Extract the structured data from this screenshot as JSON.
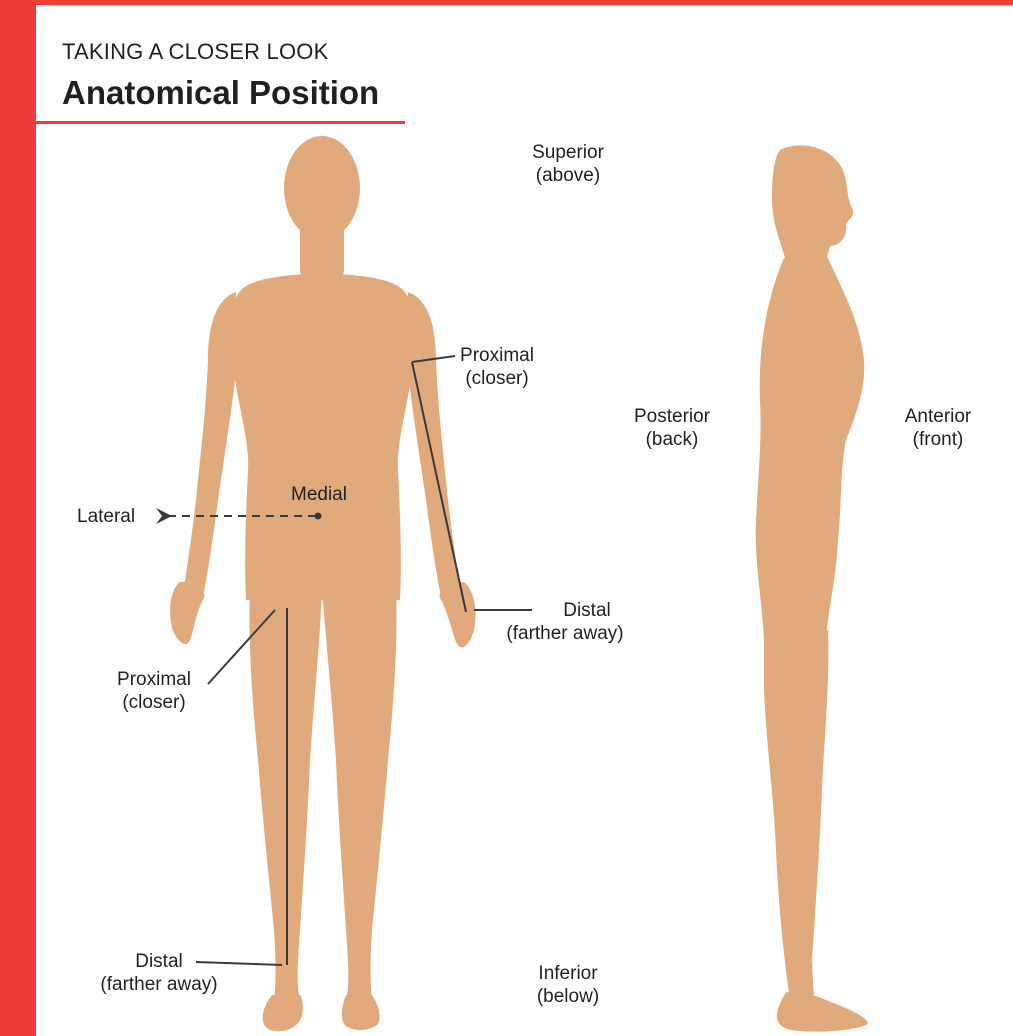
{
  "header": {
    "kicker": "TAKING A CLOSER LOOK",
    "title": "Anatomical Position"
  },
  "colors": {
    "accent_red": "#ef3b3a",
    "skin": "#e1aa7d",
    "line": "#3a3a3a"
  },
  "labels": {
    "superior": {
      "term": "Superior",
      "meaning": "(above)"
    },
    "inferior": {
      "term": "Inferior",
      "meaning": "(below)"
    },
    "posterior": {
      "term": "Posterior",
      "meaning": "(back)"
    },
    "anterior": {
      "term": "Anterior",
      "meaning": "(front)"
    },
    "medial": {
      "term": "Medial"
    },
    "lateral": {
      "term": "Lateral"
    },
    "proximal_arm": {
      "term": "Proximal",
      "meaning": "(closer)"
    },
    "distal_arm": {
      "term": "Distal",
      "meaning": "(farther away)"
    },
    "proximal_leg": {
      "term": "Proximal",
      "meaning": "(closer)"
    },
    "distal_leg": {
      "term": "Distal",
      "meaning": "(farther away)"
    }
  }
}
